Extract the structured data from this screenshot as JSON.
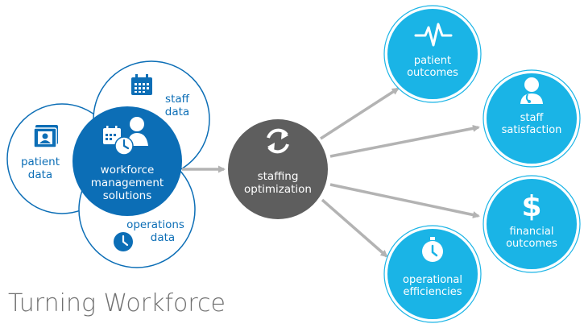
{
  "colors": {
    "primary_blue": "#0c6eb6",
    "cyan": "#1ab4e6",
    "hub_gray": "#5e5e5e",
    "connector_gray": "#b3b3b3",
    "title_gray": "#707070"
  },
  "inputs": {
    "patient_data": {
      "line1": "patient",
      "line2": "data",
      "icon": "patient-id-card-icon"
    },
    "staff_data": {
      "line1": "staff",
      "line2": "data",
      "icon": "calendar-icon"
    },
    "operations_data": {
      "line1": "operations",
      "line2": "data",
      "icon": "clock-icon"
    },
    "workforce": {
      "line1": "workforce",
      "line2": "management",
      "line3": "solutions",
      "icon": "scheduler-person-icon"
    }
  },
  "hub": {
    "line1": "staffing",
    "line2": "optimization",
    "icon": "refresh-cycle-icon"
  },
  "outputs": {
    "patient_outcomes": {
      "line1": "patient",
      "line2": "outcomes",
      "icon": "heartbeat-icon"
    },
    "staff_satisfaction": {
      "line1": "staff",
      "line2": "satisfaction",
      "icon": "doctor-icon"
    },
    "financial_outcomes": {
      "line1": "financial",
      "line2": "outcomes",
      "icon": "dollar-icon"
    },
    "operational_efficiencies": {
      "line1": "operational",
      "line2": "efficiencies",
      "icon": "stopwatch-icon"
    }
  },
  "title": "Turning Workforce"
}
